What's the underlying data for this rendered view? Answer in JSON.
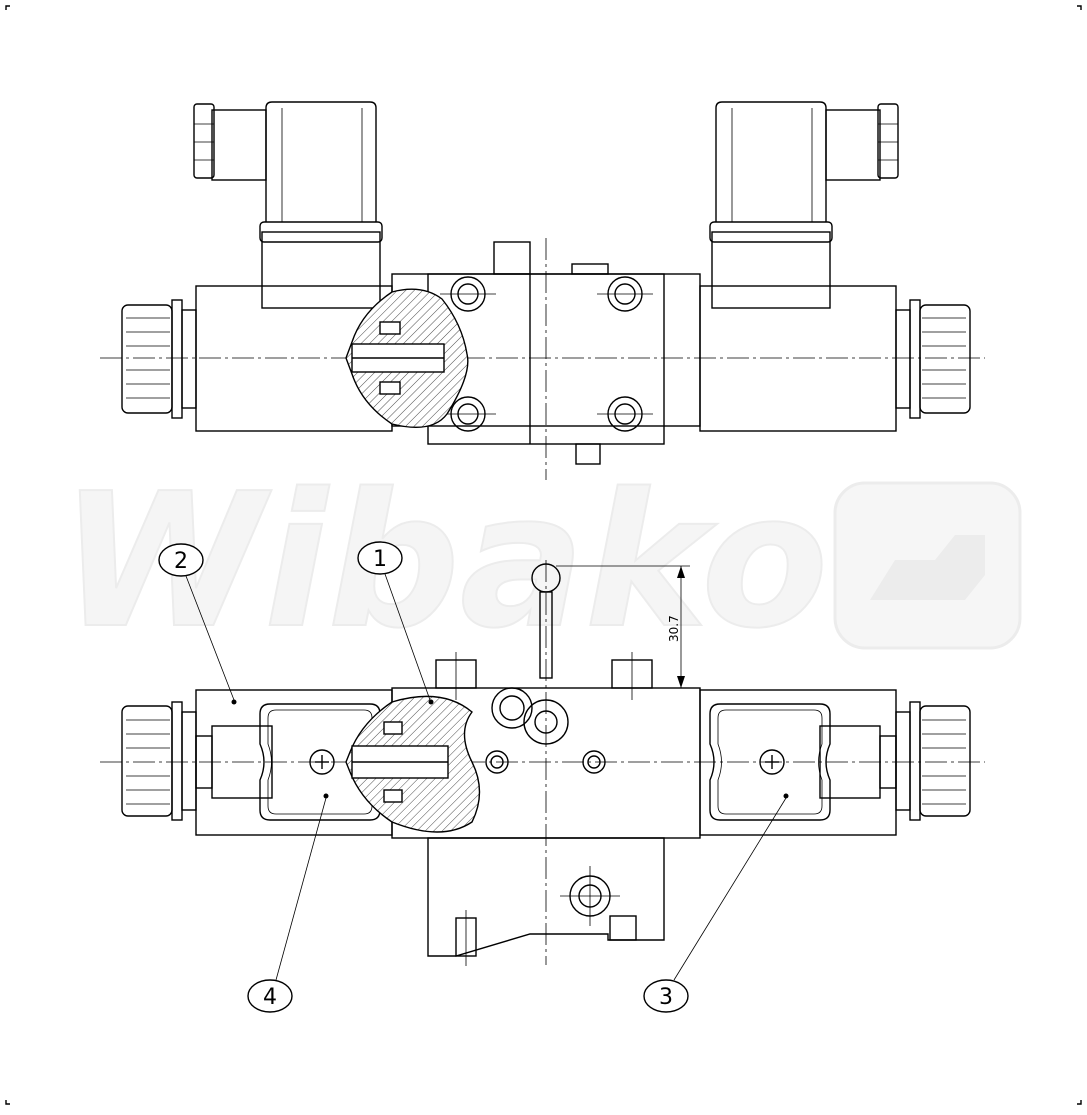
{
  "watermark": {
    "text": "Wibako"
  },
  "dimension": {
    "value": "30.7"
  },
  "callouts": [
    {
      "id": "callout-1",
      "label": "1"
    },
    {
      "id": "callout-2",
      "label": "2"
    },
    {
      "id": "callout-3",
      "label": "3"
    },
    {
      "id": "callout-4",
      "label": "4"
    }
  ]
}
